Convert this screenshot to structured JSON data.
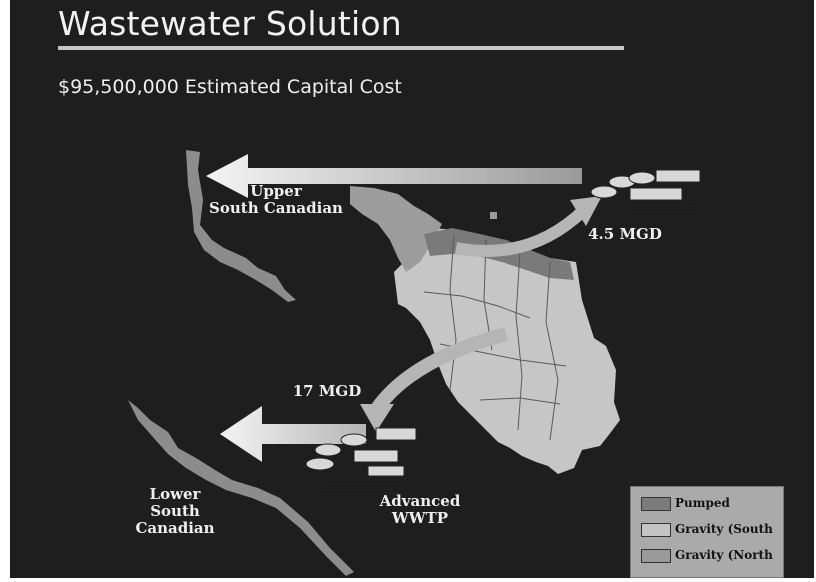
{
  "slide": {
    "title": "Wastewater Solution",
    "subtitle": "$95,500,000 Estimated Capital Cost"
  },
  "map": {
    "upper_river_label": "Upper\nSouth Canadian",
    "lower_river_label": "Lower\nSouth Canadian",
    "plant_label": "Advanced\nWWTP",
    "flow_upper": "4.5 MGD",
    "flow_lower": "17 MGD"
  },
  "legend": {
    "items": [
      {
        "label": "Pumped",
        "color": "#7a7a7a"
      },
      {
        "label": "Gravity (South",
        "color": "#c4c4c4"
      },
      {
        "label": "Gravity (North",
        "color": "#9a9a9a"
      }
    ]
  },
  "colors": {
    "background": "#1e1e1e",
    "river": "#8e8e8e",
    "arrow": "#e8e8e8"
  }
}
